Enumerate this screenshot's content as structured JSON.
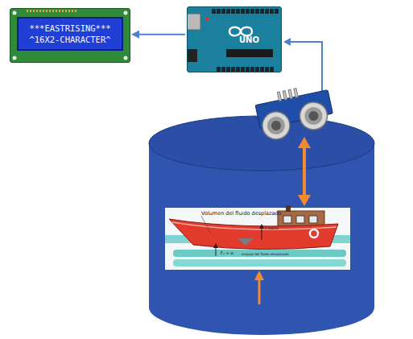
{
  "diagram": {
    "nodes": [
      {
        "text": [
          "***EASTRISING***",
          "^16X2-CHARACTER^"
        ]
      },
      {
        "text": [
          "UNO"
        ]
      }
    ],
    "edges": [
      {
        "from": 1,
        "to": 0,
        "arrow": "to"
      }
    ],
    "labels": [
      "Volumen del fluido desplazado",
      "F barco",
      "Fₑ = w",
      "empuje del fluido desplazado"
    ]
  }
}
